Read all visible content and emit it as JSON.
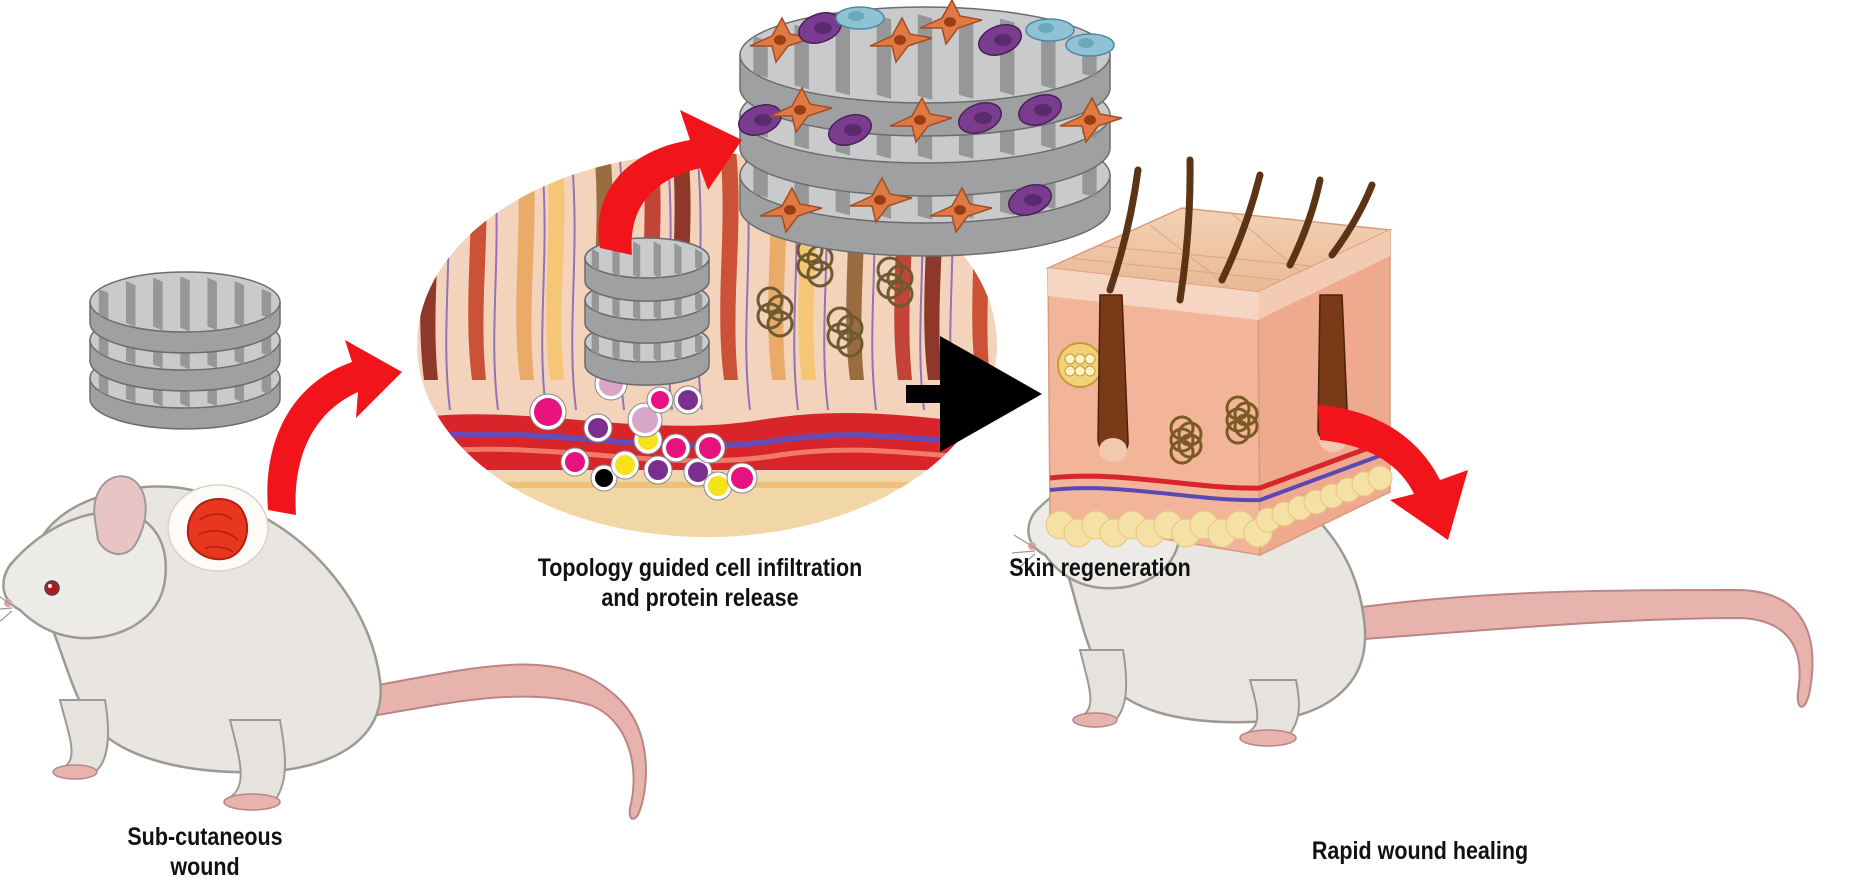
{
  "captions": {
    "wound": [
      "Sub-cutaneous",
      "wound"
    ],
    "infiltration": [
      "Topology guided cell infiltration",
      "and protein release"
    ],
    "skin": "Skin regeneration",
    "healing": "Rapid wound healing"
  },
  "colors": {
    "arrow_red": "#f2141b",
    "arrow_black": "#000000",
    "scaffold_gray": "#b9babb",
    "mouse_fur": "#e9e6e1",
    "mouse_pink": "#e9a5a5",
    "wound_red": "#e8361f",
    "cell_orange": "#e07a45",
    "cell_purple": "#7a3c8f",
    "cell_blue": "#8ec2d4",
    "skin_tone": "#f0b79c",
    "fat_yellow": "#f5e0a6"
  },
  "icons": [
    "scaffold-disc-icon",
    "mouse-icon",
    "wound-patch-icon",
    "skin-tissue-icon",
    "skin-block-icon",
    "hair-follicle-icon",
    "cell-icon"
  ]
}
